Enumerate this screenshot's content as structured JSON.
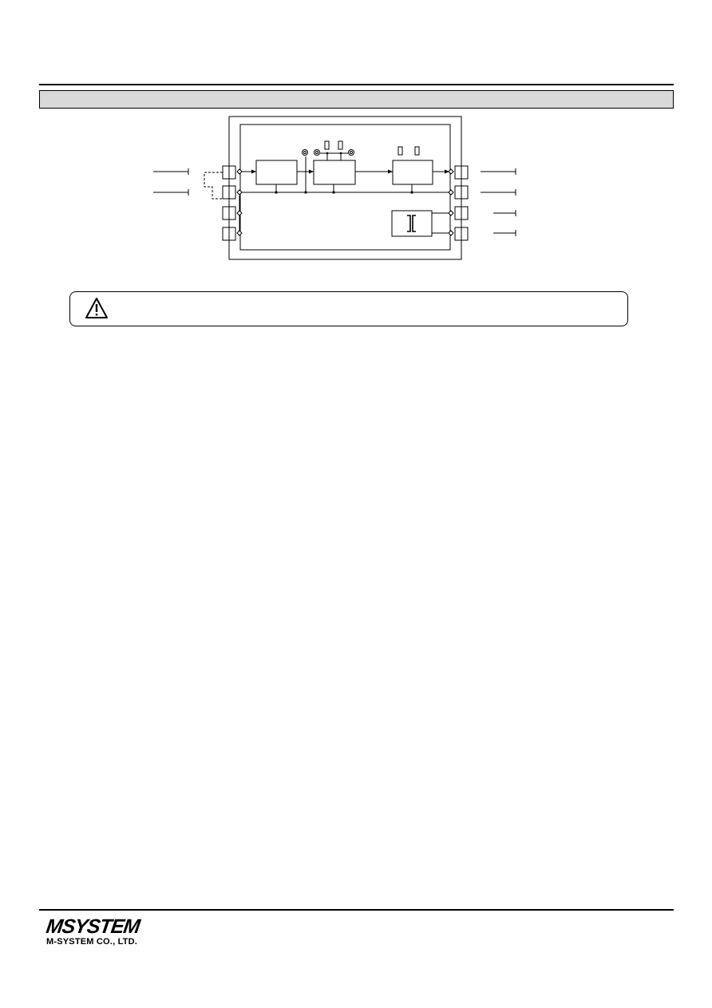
{
  "header": {
    "section_bar_text": ""
  },
  "diagram": {
    "input_terminal_ids": [
      "in-1",
      "in-2",
      "in-3",
      "in-4"
    ],
    "output_terminal_ids": [
      "out-1",
      "out-2",
      "out-3",
      "out-4"
    ]
  },
  "warning": {
    "icon": "warning-triangle-icon",
    "text": ""
  },
  "footer": {
    "brand_logo": "MSYSTEM",
    "company": "M-SYSTEM CO., LTD."
  }
}
